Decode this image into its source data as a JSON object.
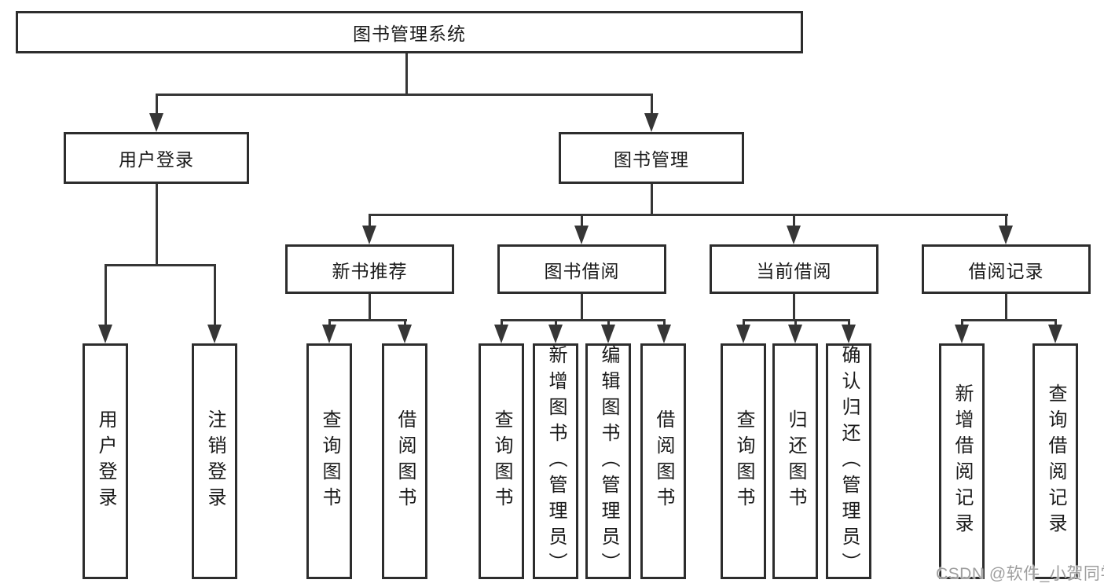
{
  "tree": {
    "root": {
      "label": "图书管理系统"
    },
    "branches": [
      {
        "label": "用户登录",
        "children": [
          {
            "label": "用户登录"
          },
          {
            "label": "注销登录"
          }
        ]
      },
      {
        "label": "图书管理",
        "children": [
          {
            "label": "新书推荐",
            "children": [
              {
                "label": "查询图书"
              },
              {
                "label": "借阅图书"
              }
            ]
          },
          {
            "label": "图书借阅",
            "children": [
              {
                "label": "查询图书"
              },
              {
                "label": "新增图书（管理员）"
              },
              {
                "label": "编辑图书（管理员）"
              },
              {
                "label": "借阅图书"
              }
            ]
          },
          {
            "label": "当前借阅",
            "children": [
              {
                "label": "查询图书"
              },
              {
                "label": "归还图书"
              },
              {
                "label": "确认归还（管理员）"
              }
            ]
          },
          {
            "label": "借阅记录",
            "children": [
              {
                "label": "新增借阅记录"
              },
              {
                "label": "查询借阅记录"
              }
            ]
          }
        ]
      }
    ]
  },
  "watermark": {
    "text": "CSDN @软件_小贺同学"
  },
  "colors": {
    "box_border": "#2d2d2d",
    "connector_line": "#363636",
    "text": "#1a1a1a",
    "watermark": "#9e9e9e",
    "background": "#ffffff"
  }
}
